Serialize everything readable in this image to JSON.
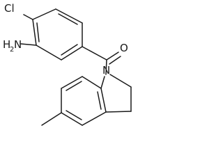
{
  "molecule": {
    "atoms": {
      "chlorine": "Cl",
      "amine_nitrogen": "N",
      "amine_hydrogen": "H",
      "amine_h_count": "2",
      "carbonyl_oxygen": "O",
      "ring_nitrogen": "N"
    },
    "colors": {
      "bond": "#1a1a1a",
      "label": "#1a1a1a",
      "background": "#ffffff"
    }
  }
}
